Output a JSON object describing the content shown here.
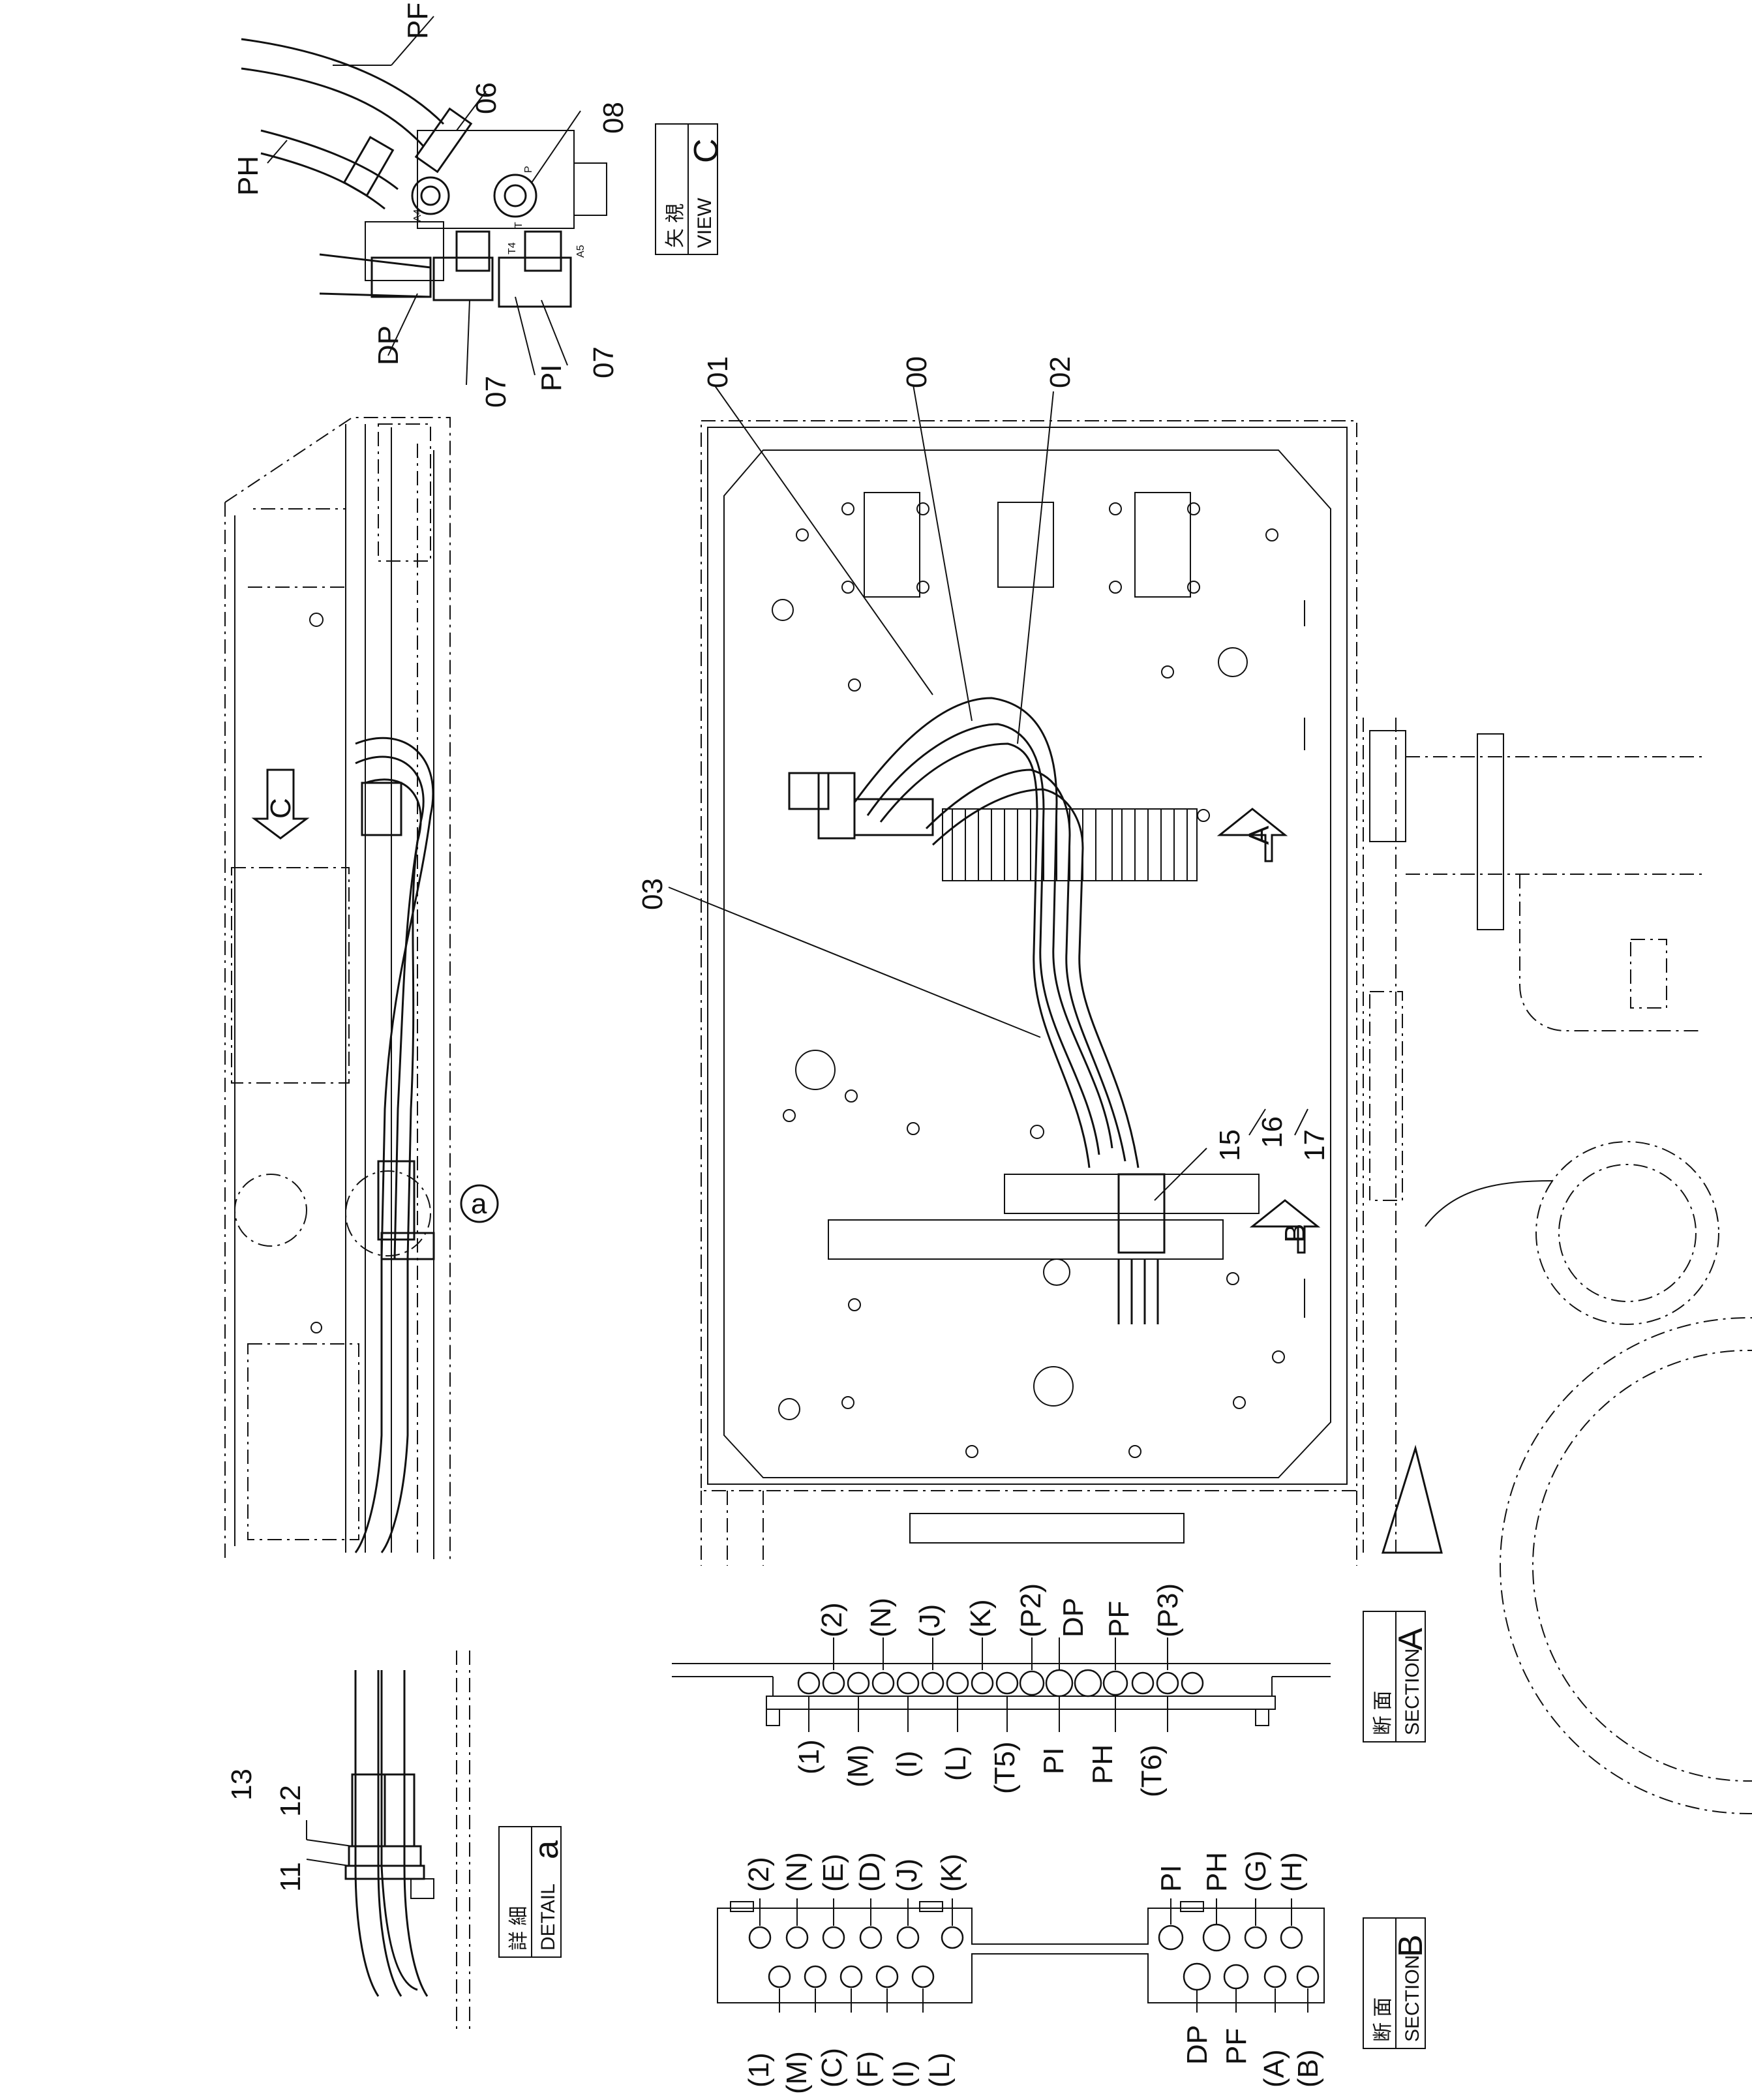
{
  "view_c": {
    "title_jp": "矢 視",
    "title_en": "VIEW",
    "letter": "C",
    "labels": [
      "PF",
      "PH",
      "06",
      "08",
      "DP",
      "07",
      "PI",
      "07"
    ],
    "small": [
      "A4",
      "T4",
      "A5",
      "P",
      "T"
    ]
  },
  "main": {
    "part_numbers": [
      "01",
      "00",
      "02",
      "03",
      "15",
      "16",
      "17"
    ],
    "section_arrows": [
      "A",
      "B"
    ],
    "view_arrow": "C",
    "detail_marker": "a"
  },
  "detail_a": {
    "title_jp": "詳 細",
    "title_en": "DETAIL",
    "letter": "a",
    "labels": [
      "13",
      "12",
      "11"
    ]
  },
  "section_a": {
    "title_jp": "断 面",
    "title_en": "SECTION",
    "letter": "A",
    "top_labels": [
      "(2)",
      "(N)",
      "(J)",
      "(K)",
      "(P2)",
      "DP",
      "PF",
      "(P3)"
    ],
    "bottom_labels": [
      "(1)",
      "(M)",
      "(I)",
      "(L)",
      "(T5)",
      "PI",
      "PH",
      "(T6)"
    ]
  },
  "section_b": {
    "title_jp": "断 面",
    "title_en": "SECTION",
    "letter": "B",
    "top_left_labels": [
      "(2)",
      "(N)",
      "(E)",
      "(D)",
      "(J)",
      "(K)"
    ],
    "bottom_left_labels": [
      "(1)",
      "(M)",
      "(C)",
      "(F)",
      "(I)",
      "(L)"
    ],
    "top_right_labels": [
      "PI",
      "PH",
      "(G)",
      "(H)"
    ],
    "bottom_right_labels": [
      "DP",
      "PF",
      "(A)",
      "(B)"
    ]
  }
}
